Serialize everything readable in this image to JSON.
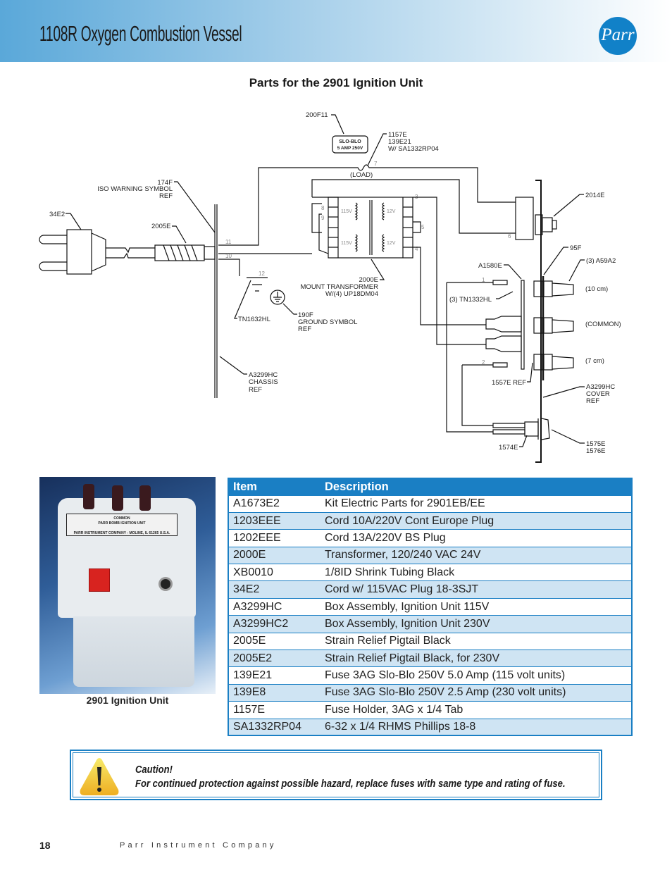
{
  "header": {
    "title": "1108R Oxygen Combustion Vessel",
    "logo": "Parr"
  },
  "section_title": "Parts for the 2901 Ignition Unit",
  "diagram": {
    "fuse_label": "200F11",
    "fuse_text_1": "SLO-BLO",
    "fuse_text_2": "5 AMP 250V",
    "fuse_holder": [
      "1157E",
      "139E21",
      "W/ SA1332RP04"
    ],
    "load": "(LOAD)",
    "iso_warning": [
      "174F",
      "ISO WARNING SYMBOL",
      "REF"
    ],
    "plug": "34E2",
    "strain_relief": "2005E",
    "transformer": [
      "2000E",
      "MOUNT TRANSFORMER",
      "W/(4) UP18DM04"
    ],
    "ground_terminal": "TN1632HL",
    "ground_symbol": [
      "190F",
      "GROUND SYMBOL",
      "REF"
    ],
    "chassis": [
      "A3299HC",
      "CHASSIS",
      "REF"
    ],
    "switch": "2014E",
    "insulator": "95F",
    "binding_posts": "(3) A59A2",
    "board": "A1580E",
    "terminals": "(3) TN1332HL",
    "post_labels": [
      "(10 cm)",
      "(COMMON)",
      "(7 cm)"
    ],
    "spacer": "1557E REF",
    "cover": [
      "A3299HC",
      "COVER",
      "REF"
    ],
    "lamp_socket": "1574E",
    "lamp": [
      "1575E",
      "1576E"
    ],
    "coil_115": "115V",
    "coil_12": "12V",
    "wire_numbers": [
      "11",
      "7",
      "10",
      "12",
      "6",
      "8",
      "9",
      "5",
      "2",
      "1",
      "3",
      "4"
    ]
  },
  "photo": {
    "nameplate_title": "PARR BOMB IGNITION UNIT",
    "nameplate_company": "PARR INSTRUMENT COMPANY - MOLINE, IL 61265 U.S.A.",
    "post_common": "COMMON",
    "caption": "2901 Ignition Unit"
  },
  "table": {
    "headers": [
      "Item",
      "Description"
    ],
    "rows": [
      [
        "A1673E2",
        "Kit Electric Parts for 2901EB/EE"
      ],
      [
        "1203EEE",
        "Cord 10A/220V Cont Europe Plug"
      ],
      [
        "1202EEE",
        "Cord 13A/220V BS Plug"
      ],
      [
        "2000E",
        "Transformer, 120/240 VAC 24V"
      ],
      [
        "XB0010",
        "1/8ID Shrink Tubing Black"
      ],
      [
        "34E2",
        "Cord w/ 115VAC Plug 18-3SJT"
      ],
      [
        "A3299HC",
        "Box Assembly, Ignition Unit 115V"
      ],
      [
        "A3299HC2",
        "Box Assembly, Ignition Unit 230V"
      ],
      [
        "2005E",
        "Strain Relief Pigtail Black"
      ],
      [
        "2005E2",
        "Strain Relief Pigtail Black, for 230V"
      ],
      [
        "139E21",
        "Fuse 3AG Slo-Blo 250V 5.0 Amp (115 volt units)"
      ],
      [
        "139E8",
        "Fuse 3AG Slo-Blo 250V 2.5 Amp (230 volt units)"
      ],
      [
        "1157E",
        "Fuse Holder, 3AG x 1/4 Tab"
      ],
      [
        "SA1332RP04",
        "6-32 x 1/4 RHMS Phillips 18-8"
      ]
    ]
  },
  "caution": {
    "title": "Caution!",
    "text": "For continued protection against possible hazard, replace fuses with same type and rating of fuse."
  },
  "footer": {
    "page_number": "18",
    "company": "Parr Instrument Company"
  },
  "colors": {
    "accent": "#1a7fc4",
    "row_alt": "#cfe4f3"
  }
}
